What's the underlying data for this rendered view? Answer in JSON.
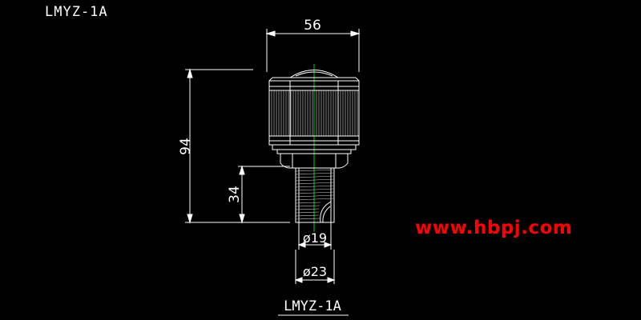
{
  "drawing": {
    "title_corner": "LMYZ-1A",
    "title_bottom": "LMYZ-1A",
    "website": "www.hbpj.com",
    "colors": {
      "background": "#000000",
      "lines": "#ffffff",
      "website": "#ff0000",
      "centerline": "#00cc00"
    }
  },
  "dimensions": {
    "width_top": "56",
    "height_total": "94",
    "height_stem": "34",
    "dia_inner": "ø19",
    "dia_outer": "ø23"
  }
}
